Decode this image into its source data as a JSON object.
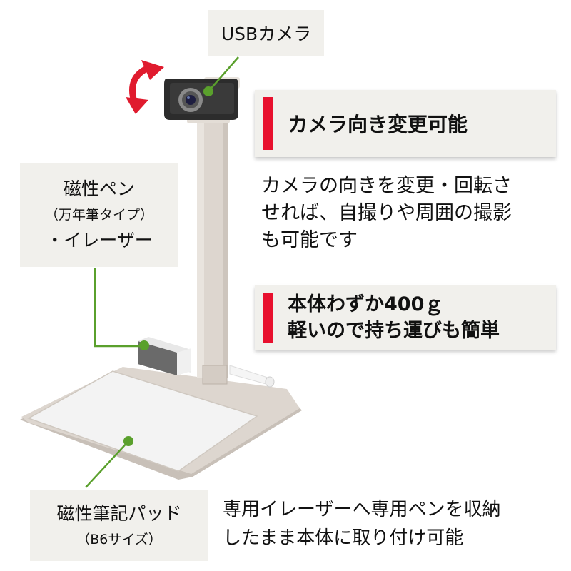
{
  "labels": {
    "usb_camera": "USBカメラ",
    "pen": {
      "line1": "磁性ペン",
      "line2": "（万年筆タイプ）",
      "line3": "・イレーザー"
    },
    "pad": {
      "line1": "磁性筆記パッド",
      "line2": "（B6サイズ）"
    }
  },
  "features": {
    "rotate": {
      "title": "カメラ向き変更可能",
      "description": [
        "カメラの向きを変更・回転さ",
        "せれば、自撮りや周囲の撮影",
        "も可能です"
      ]
    },
    "weight": {
      "line1": "本体わずか400ｇ",
      "line2": "軽いので持ち運びも簡単"
    },
    "storage": {
      "description": [
        "専用イレーザーへ専用ペンを収納",
        "したまま本体に取り付け可能"
      ]
    }
  },
  "colors": {
    "accent_red": "#e8102e",
    "callout_green": "#5aa02c",
    "label_bg": "#f1f0ec"
  }
}
